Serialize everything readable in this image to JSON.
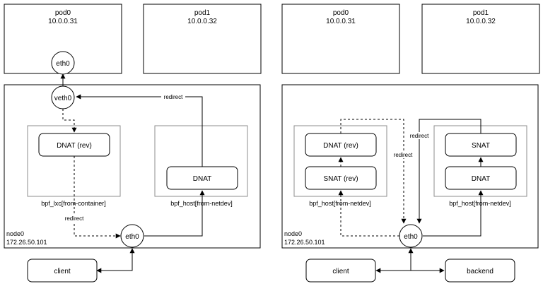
{
  "left": {
    "pod0": {
      "name": "pod0",
      "ip": "10.0.0.31"
    },
    "pod1": {
      "name": "pod1",
      "ip": "10.0.0.32"
    },
    "eth0_pod": "eth0",
    "veth": "veth0",
    "dnat_rev": "DNAT (rev)",
    "dnat": "DNAT",
    "prog_lxc": "bpf_lxc[from-container]",
    "prog_host": "bpf_host[from-netdev]",
    "edge_redirect_top": "redirect",
    "edge_redirect_bottom": "redirect",
    "node": {
      "name": "node0",
      "ip": "172.26.50.101"
    },
    "eth0_node": "eth0",
    "client": "client"
  },
  "right": {
    "pod0": {
      "name": "pod0",
      "ip": "10.0.0.31"
    },
    "pod1": {
      "name": "pod1",
      "ip": "10.0.0.32"
    },
    "dnat_rev": "DNAT (rev)",
    "snat_rev": "SNAT (rev)",
    "snat": "SNAT",
    "dnat": "DNAT",
    "prog_host_a": "bpf_host[from-netdev]",
    "prog_host_b": "bpf_host[from-netdev]",
    "edge_redirect_a": "redirect",
    "edge_redirect_b": "redirect",
    "node": {
      "name": "node0",
      "ip": "172.26.50.101"
    },
    "eth0_node": "eth0",
    "client": "client",
    "backend": "backend"
  }
}
